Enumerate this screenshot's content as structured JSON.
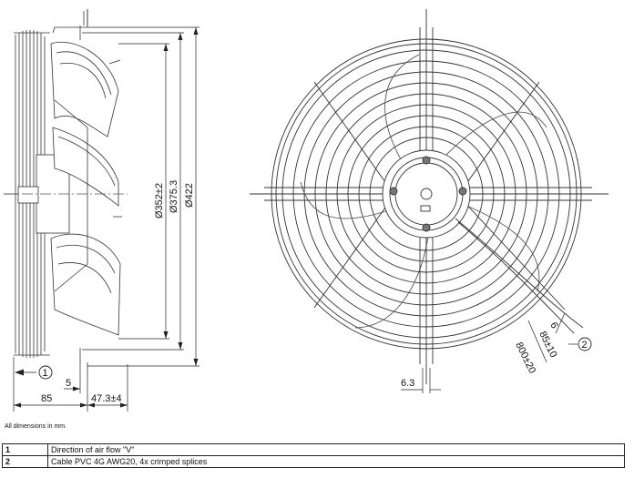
{
  "side_view": {
    "dimensions": {
      "d1": "Ø352±2",
      "d2": "Ø375.3",
      "d3": "Ø422",
      "width": "85",
      "offset": "5",
      "depth": "47.3±4"
    },
    "callout": "1"
  },
  "front_view": {
    "dimensions": {
      "slot": "6.3",
      "cable_len": "800±20",
      "strip1": "6",
      "strip2": "85±10"
    },
    "callout": "2"
  },
  "note": "All dimensions in mm.",
  "legend": [
    {
      "num": "1",
      "text": "Direction of air flow \"V\""
    },
    {
      "num": "2",
      "text": "Cable PVC 4G AWG20, 4x crimped splices"
    }
  ]
}
